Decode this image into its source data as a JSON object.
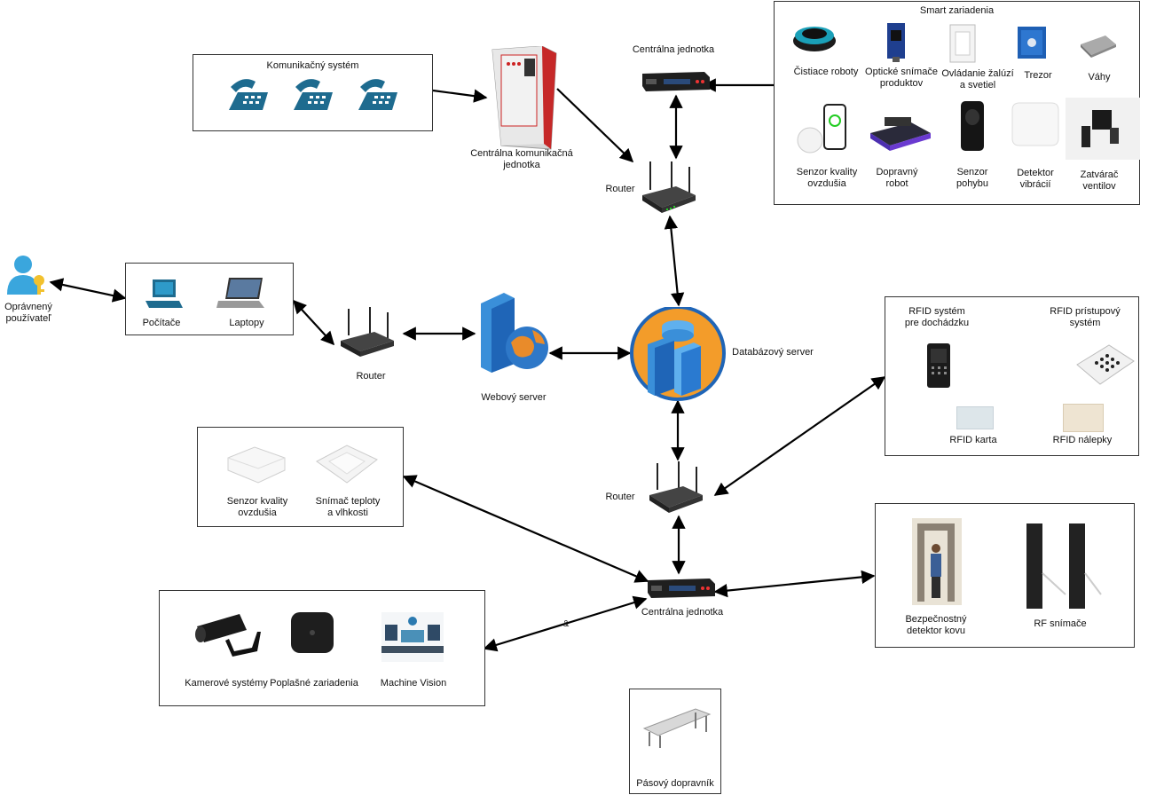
{
  "communication_system": {
    "title": "Komunikačný systém",
    "central_unit": [
      "Centrálna komunikačná",
      "jednotka"
    ]
  },
  "top_central_unit": "Centrálna jednotka",
  "top_router": "Router",
  "smart_devices": {
    "title": "Smart zariadenia",
    "row1": [
      [
        "Čistiace roboty"
      ],
      [
        "Optické snímače",
        "produktov"
      ],
      [
        "Ovládanie žalúzí",
        "a svetiel"
      ],
      [
        "Trezor"
      ],
      [
        "Váhy"
      ]
    ],
    "row2": [
      [
        "Senzor kvality",
        "ovzdušia"
      ],
      [
        "Dopravný",
        "robot"
      ],
      [
        "Senzor",
        "pohybu"
      ],
      [
        "Detektor",
        "vibrácií"
      ],
      [
        "Zatvárač",
        "ventilov"
      ]
    ]
  },
  "user": [
    "Oprávnený",
    "používateľ"
  ],
  "computers_box": {
    "pcs": "Počítače",
    "laptops": "Laptopy"
  },
  "left_router": "Router",
  "web_server": "Webový server",
  "database_server": "Databázový server",
  "rfid": {
    "attendance": [
      "RFID systém",
      "pre dochádzku"
    ],
    "access": [
      "RFID prístupový",
      "systém"
    ],
    "card": "RFID karta",
    "stickers": "RFID nálepky"
  },
  "sensors_box": {
    "air": [
      "Senzor kvality",
      "ovzdušia"
    ],
    "temp": [
      "Snímač teploty",
      "a vlhkosti"
    ]
  },
  "bottom_router": "Router",
  "bottom_central_unit": "Centrálna jednotka",
  "edge_label": "&",
  "security_box": {
    "metal": [
      "Bezpečnostný",
      "detektor kovu"
    ],
    "rf": "RF snímače"
  },
  "camera_box": {
    "cameras": "Kamerové systémy",
    "alarms": "Poplašné zariadenia",
    "vision": "Machine Vision"
  },
  "conveyor": "Pásový dopravník",
  "colors": {
    "phone": "#1e6b8f",
    "server_blue": "#3a8fd9",
    "db_orange": "#f39c2a",
    "router": "#2b2b2b",
    "user_blue": "#3aa6dd",
    "key": "#f2c12e"
  }
}
